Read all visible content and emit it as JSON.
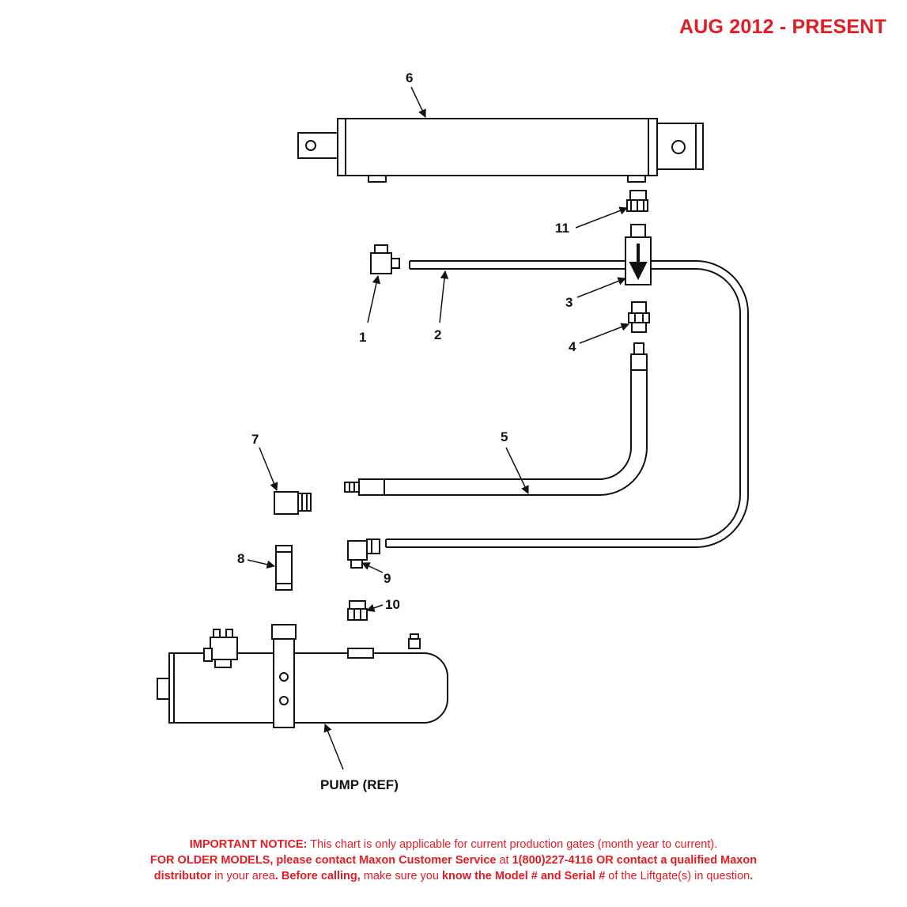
{
  "header": {
    "date_range": "AUG 2012 - PRESENT"
  },
  "callouts": {
    "c1": "1",
    "c2": "2",
    "c3": "3",
    "c4": "4",
    "c5": "5",
    "c6": "6",
    "c7": "7",
    "c8": "8",
    "c9": "9",
    "c10": "10",
    "c11": "11",
    "pump": "PUMP (REF)"
  },
  "notice": {
    "line1_bold": "IMPORTANT NOTICE:",
    "line1_rest": " This chart is only applicable for current production gates (month year to current).",
    "line2": "FOR OLDER MODELS, please contact Maxon Customer Service",
    "line2_at": " at ",
    "line2_phone": "1(800)227-4116 OR contact a qualified Maxon",
    "line3_distributor": "distributor",
    "line3_area": " in your area",
    "line3_dot": ".",
    "line3_before": " Before calling,",
    "line3_make": " make sure you ",
    "line3_know": "know the Model # and Serial #",
    "line3_of": " of the Liftgate(s) in question",
    "line3_end": "."
  }
}
